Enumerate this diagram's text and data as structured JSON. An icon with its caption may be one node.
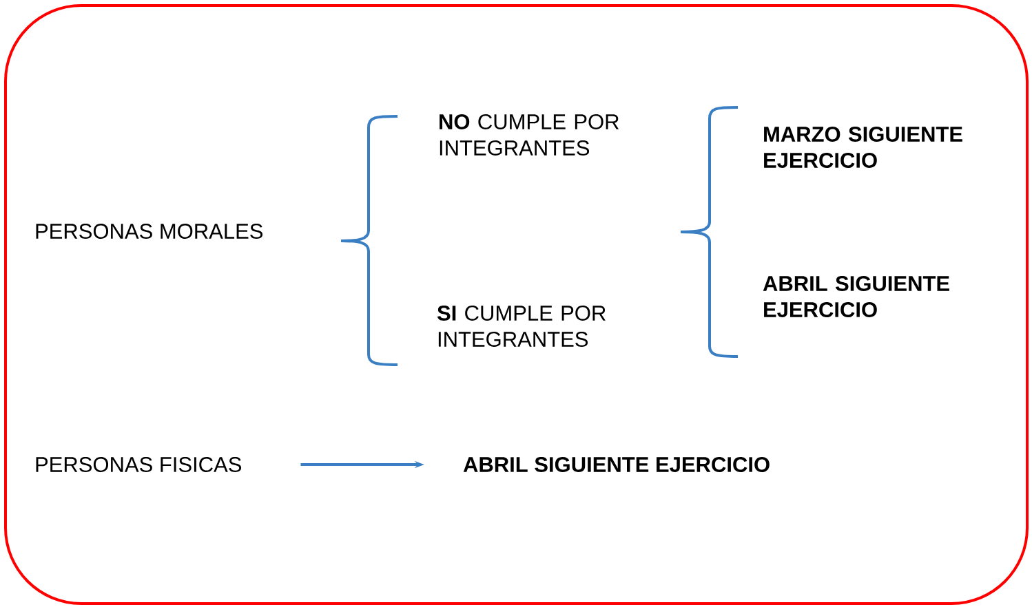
{
  "diagram": {
    "nodes": [
      {
        "text": [
          "PERSONAS MORALES"
        ]
      },
      {
        "text": [
          "**NO** CUMPLE POR INTEGRANTES"
        ]
      },
      {
        "text": [
          "**SI** CUMPLE POR INTEGRANTES"
        ]
      },
      {
        "text": [
          "MARZO SIGUIENTE EJERCICIO"
        ]
      },
      {
        "text": [
          "ABRIL SIGUIENTE EJERCICIO"
        ]
      },
      {
        "text": [
          "PERSONAS FISICAS"
        ]
      },
      {
        "text": [
          "ABRIL SIGUIENTE EJERCICIO"
        ]
      }
    ],
    "edges": [
      {
        "from": 5,
        "to": 6,
        "arrow": "to"
      }
    ]
  }
}
